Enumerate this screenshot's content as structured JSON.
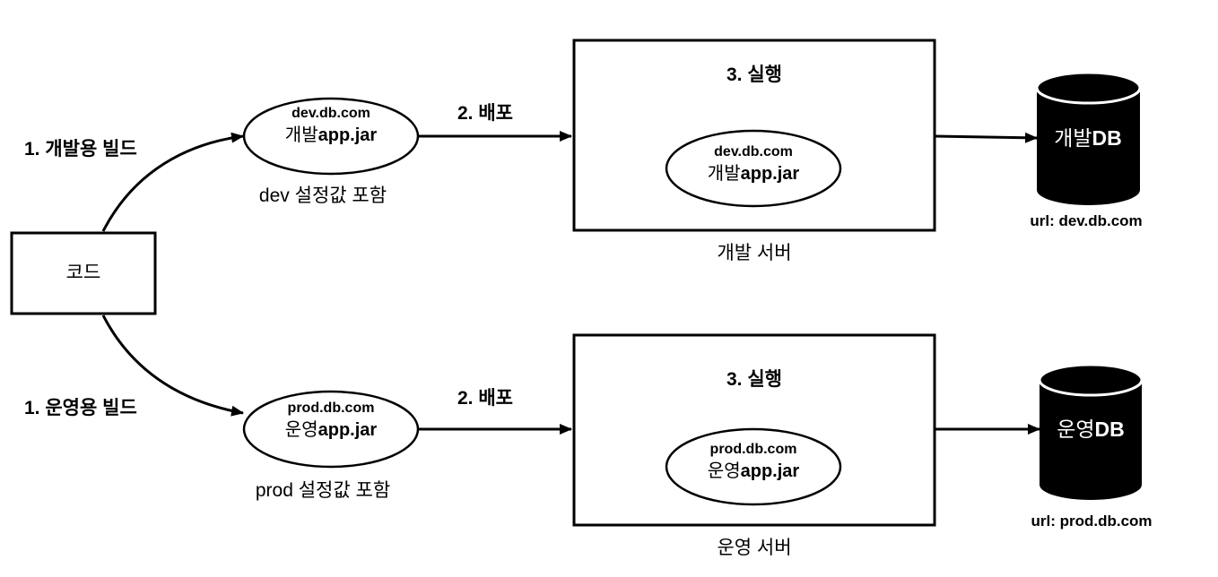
{
  "colors": {
    "stroke": "#000000",
    "fill": "#ffffff",
    "db_fill": "#000000",
    "db_text": "#ffffff"
  },
  "code_box": {
    "label": "코드"
  },
  "dev": {
    "build_label": "1. 개발용 빌드",
    "artifact": {
      "url": "dev.db.com",
      "name_prefix": "개발",
      "name_suffix": "app.jar"
    },
    "artifact_caption": "dev 설정값 포함",
    "deploy_label": "2. 배포",
    "server": {
      "run_label": "3. 실행",
      "caption": "개발 서버"
    },
    "server_artifact": {
      "url": "dev.db.com",
      "name_prefix": "개발",
      "name_suffix": "app.jar"
    },
    "db": {
      "name_prefix": "개발",
      "name_suffix": "DB",
      "url_label": "url: dev.db.com"
    }
  },
  "prod": {
    "build_label": "1. 운영용 빌드",
    "artifact": {
      "url": "prod.db.com",
      "name_prefix": "운영",
      "name_suffix": "app.jar"
    },
    "artifact_caption": "prod 설정값 포함",
    "deploy_label": "2. 배포",
    "server": {
      "run_label": "3. 실행",
      "caption": "운영 서버"
    },
    "server_artifact": {
      "url": "prod.db.com",
      "name_prefix": "운영",
      "name_suffix": "app.jar"
    },
    "db": {
      "name_prefix": "운영",
      "name_suffix": "DB",
      "url_label": "url: prod.db.com"
    }
  }
}
